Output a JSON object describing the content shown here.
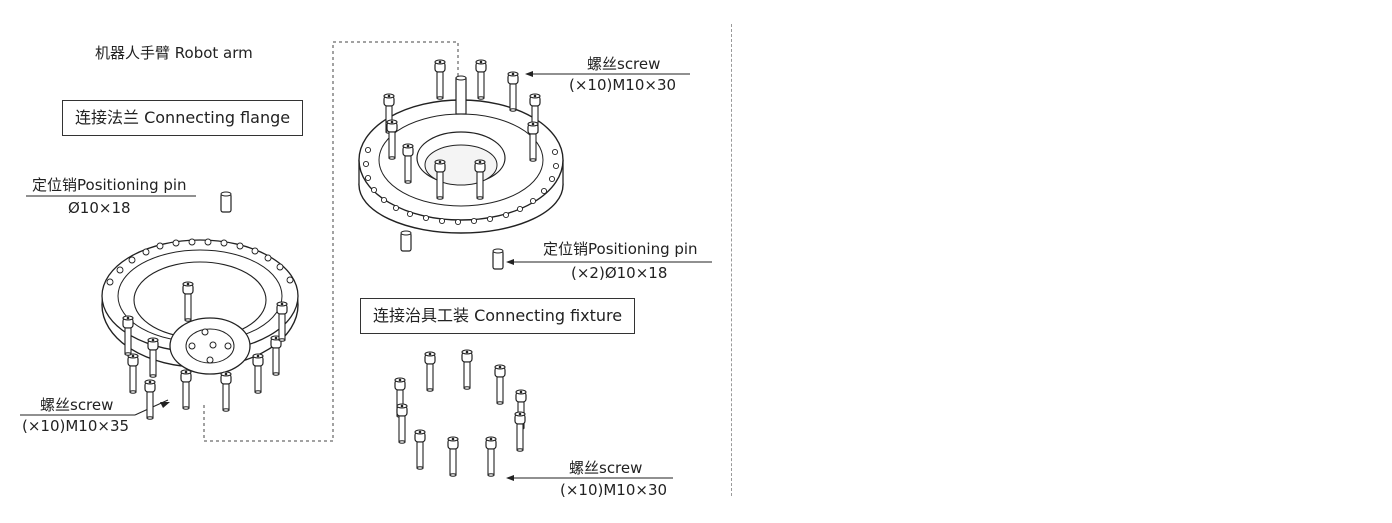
{
  "labels": {
    "robot_arm": "机器人手臂 Robot arm",
    "connecting_flange": "连接法兰 Connecting flange",
    "connecting_fixture": "连接治具工装 Connecting fixture",
    "pin_left_name": "定位销Positioning pin",
    "pin_left_spec": "Ø10×18",
    "pin_right_name": "定位销Positioning pin",
    "pin_right_spec": "(×2)Ø10×18",
    "screw_left_name": "螺丝screw",
    "screw_left_spec": "(×10)M10×35",
    "screw_top_name": "螺丝screw",
    "screw_top_spec": "(×10)M10×30",
    "screw_bottom_name": "螺丝screw",
    "screw_bottom_spec": "(×10)M10×30"
  }
}
